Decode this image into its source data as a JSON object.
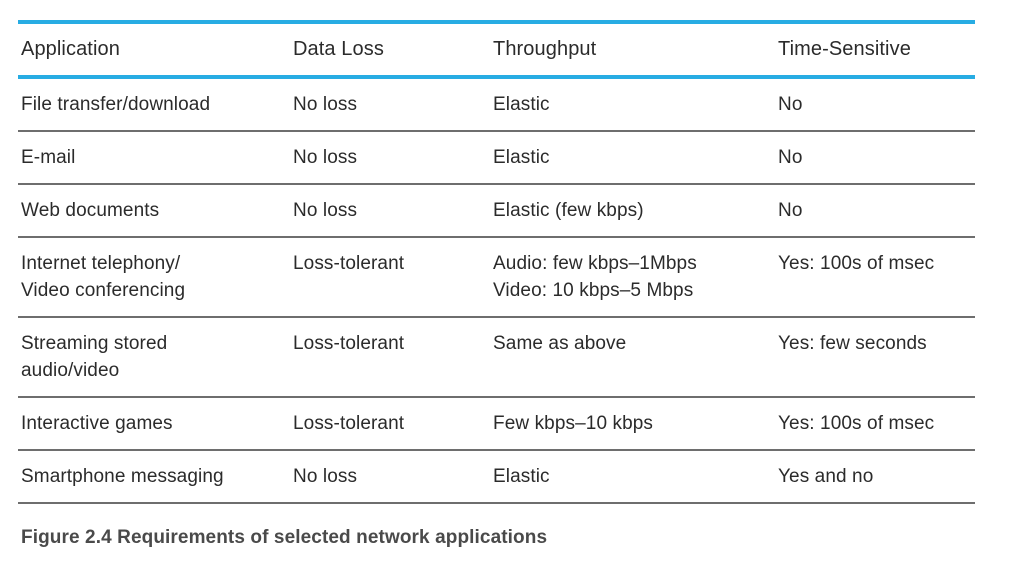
{
  "figure": {
    "caption": "Figure 2.4 Requirements of selected network applications",
    "accent_color": "#27ace3",
    "rule_color": "#6e6e6e",
    "text_color": "#2b2b2b",
    "caption_color": "#4a4a4a",
    "background": "#ffffff"
  },
  "table": {
    "columns": [
      {
        "key": "application",
        "label": "Application"
      },
      {
        "key": "data_loss",
        "label": "Data Loss"
      },
      {
        "key": "throughput",
        "label": "Throughput"
      },
      {
        "key": "time_sensitive",
        "label": "Time-Sensitive"
      }
    ],
    "rows": [
      {
        "application": [
          "File transfer/download"
        ],
        "data_loss": [
          "No loss"
        ],
        "throughput": [
          "Elastic"
        ],
        "time_sensitive": [
          "No"
        ]
      },
      {
        "application": [
          "E-mail"
        ],
        "data_loss": [
          "No loss"
        ],
        "throughput": [
          "Elastic"
        ],
        "time_sensitive": [
          "No"
        ]
      },
      {
        "application": [
          "Web documents"
        ],
        "data_loss": [
          "No loss"
        ],
        "throughput": [
          "Elastic (few kbps)"
        ],
        "time_sensitive": [
          "No"
        ]
      },
      {
        "application": [
          "Internet telephony/",
          "Video conferencing"
        ],
        "data_loss": [
          "Loss-tolerant"
        ],
        "throughput": [
          "Audio: few kbps–1Mbps",
          "Video: 10 kbps–5 Mbps"
        ],
        "time_sensitive": [
          "Yes: 100s of msec"
        ]
      },
      {
        "application": [
          "Streaming stored",
          "audio/video"
        ],
        "data_loss": [
          "Loss-tolerant"
        ],
        "throughput": [
          "Same as above"
        ],
        "time_sensitive": [
          "Yes: few seconds"
        ]
      },
      {
        "application": [
          "Interactive games"
        ],
        "data_loss": [
          "Loss-tolerant"
        ],
        "throughput": [
          "Few kbps–10 kbps"
        ],
        "time_sensitive": [
          "Yes: 100s of msec"
        ]
      },
      {
        "application": [
          "Smartphone messaging"
        ],
        "data_loss": [
          "No loss"
        ],
        "throughput": [
          "Elastic"
        ],
        "time_sensitive": [
          "Yes and no"
        ]
      }
    ]
  }
}
